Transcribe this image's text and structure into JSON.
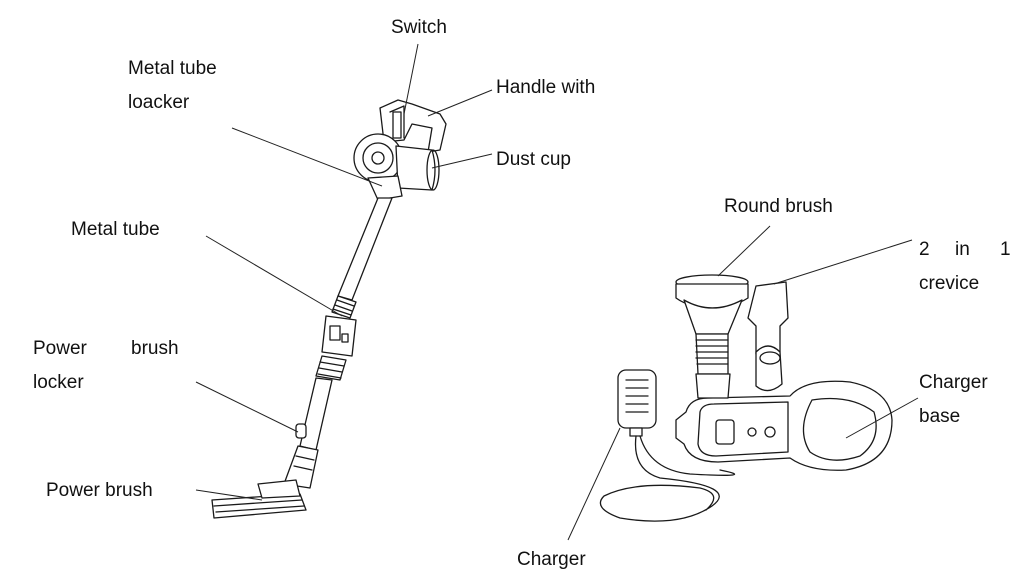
{
  "labels": {
    "switch": "Switch",
    "metal_tube_locker_1": "Metal tube",
    "metal_tube_locker_2": "loacker",
    "handle": "Handle  with",
    "dust_cup": "Dust cup",
    "metal_tube": "Metal tube",
    "power_brush_locker_1": "Power",
    "power_brush_locker_1b": "brush",
    "power_brush_locker_2": "locker",
    "power_brush": "Power brush",
    "round_brush": "Round brush",
    "crevice_1a": "2",
    "crevice_1b": "in",
    "crevice_1c": "1",
    "crevice_2": "crevice",
    "charger_base_1": "Charger",
    "charger_base_2": "base",
    "charger": "Charger"
  }
}
